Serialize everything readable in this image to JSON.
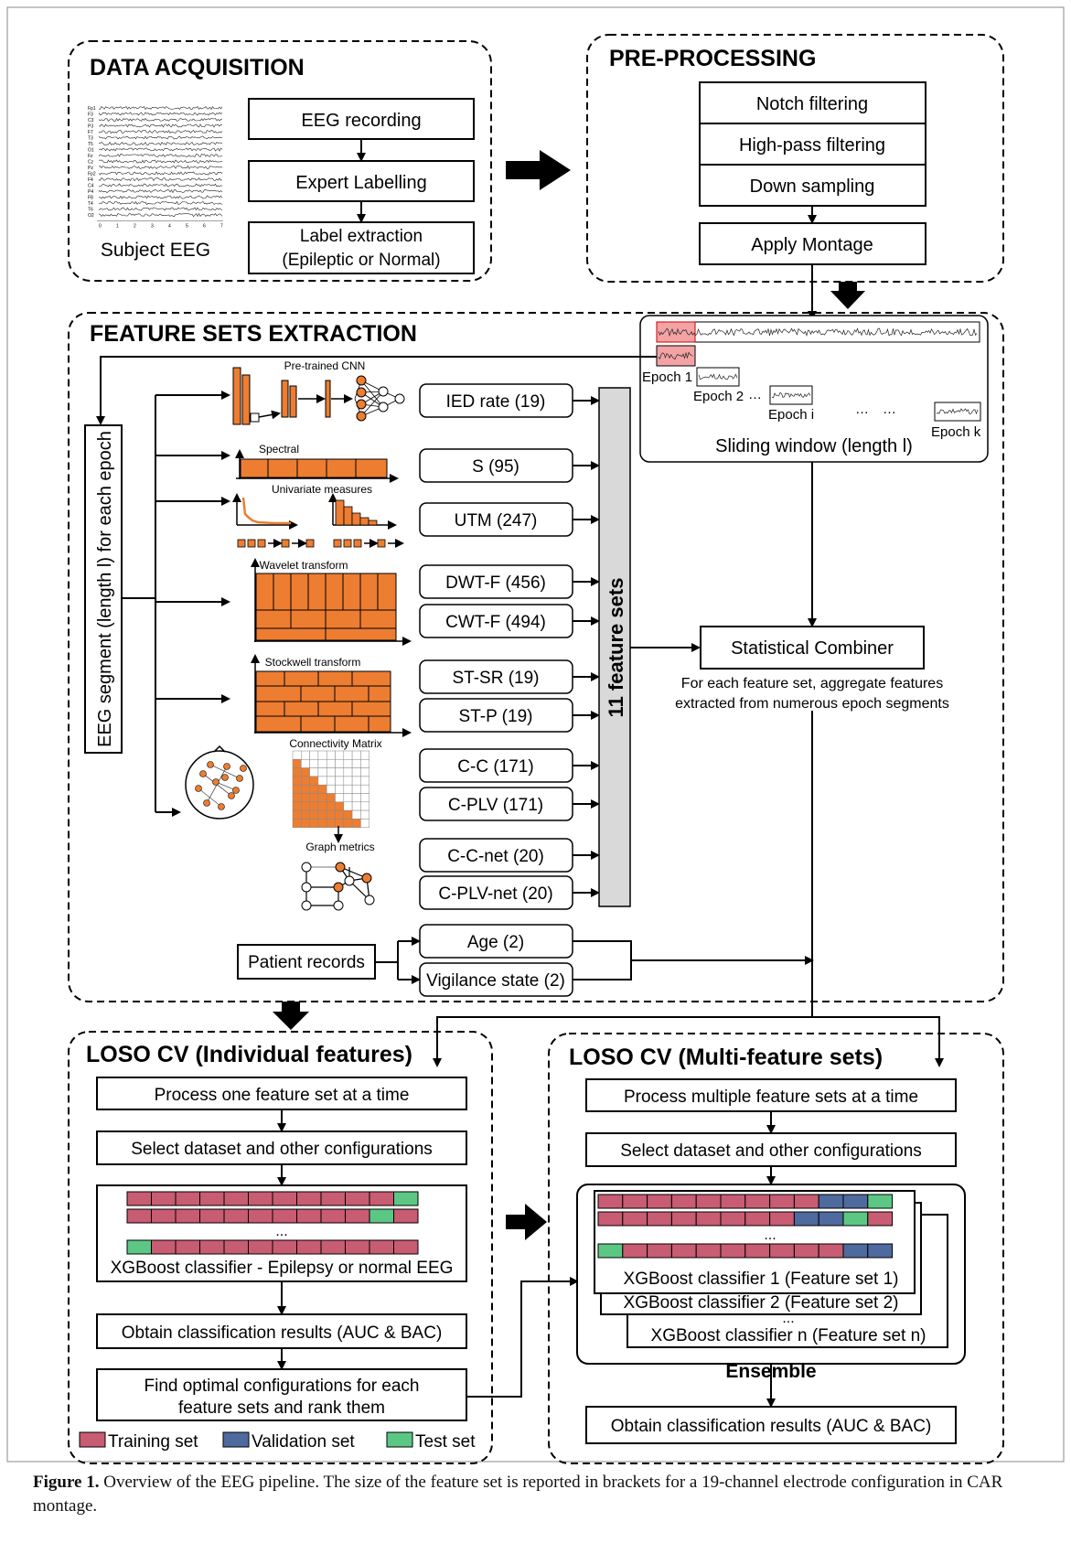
{
  "sections": {
    "acquisition": "DATA ACQUISITION",
    "preprocessing": "PRE-PROCESSING",
    "feature_extraction": "FEATURE SETS EXTRACTION",
    "loso_individual": "LOSO CV (Individual features)",
    "loso_multi": "LOSO CV (Multi-feature sets)"
  },
  "acquisition": {
    "eeg_recording": "EEG recording",
    "expert_labelling": "Expert Labelling",
    "label_extraction_1": "Label extraction",
    "label_extraction_2": "(Epileptic or Normal)",
    "subject_eeg": "Subject EEG",
    "channels": [
      "Fp1",
      "F3",
      "C3",
      "P3",
      "F7",
      "T3",
      "T5",
      "O1",
      "Fz",
      "Cz",
      "Pz",
      "Fp2",
      "F4",
      "C4",
      "P4",
      "F8",
      "T4",
      "T6",
      "O2"
    ],
    "time_ticks": [
      "0",
      "1",
      "2",
      "3",
      "4",
      "5",
      "6",
      "7"
    ]
  },
  "preprocessing": {
    "steps": [
      "Notch filtering",
      "High-pass filtering",
      "Down sampling"
    ],
    "montage": "Apply Montage"
  },
  "epochs": {
    "epoch1": "Epoch 1",
    "epoch2": "Epoch 2",
    "epochi": "Epoch i",
    "epochk": "Epoch k",
    "ellipsis": "…",
    "sliding_window": "Sliding window (length l)"
  },
  "eeg_segment": "EEG segment (length l) for each epoch",
  "methods": {
    "cnn": "Pre-trained CNN",
    "spectral": "Spectral",
    "univariate": "Univariate measures",
    "wavelet": "Wavelet transform",
    "stockwell": "Stockwell transform",
    "connectivity": "Connectivity Matrix",
    "graph": "Graph metrics"
  },
  "feature_sets": [
    "IED rate (19)",
    "S (95)",
    "UTM (247)",
    "DWT-F (456)",
    "CWT-F (494)",
    "ST-SR (19)",
    "ST-P (19)",
    "C-C (171)",
    "C-PLV (171)",
    "C-C-net (20)",
    "C-PLV-net (20)"
  ],
  "feature_sets_label": "11 feature sets",
  "patient": {
    "records": "Patient records",
    "age": "Age (2)",
    "vigilance": "Vigilance state (2)"
  },
  "combiner": {
    "title": "Statistical Combiner",
    "desc1": "For each feature set, aggregate features",
    "desc2": "extracted from numerous epoch segments"
  },
  "loso_individual": {
    "step1": "Process one feature set at a time",
    "step2": "Select dataset and other configurations",
    "classifier": "XGBoost classifier - Epilepsy or normal EEG",
    "results": "Obtain classification results (AUC & BAC)",
    "optimal1": "Find optimal configurations for each",
    "optimal2": "feature sets and rank them",
    "dots": "..."
  },
  "loso_multi": {
    "step1": "Process multiple feature sets at a time",
    "step2": "Select dataset and other configurations",
    "clf1": "XGBoost classifier 1 (Feature set 1)",
    "clf2": "XGBoost classifier 2 (Feature set 2)",
    "clfn": "XGBoost classifier n (Feature set n)",
    "dots": "...",
    "ensemble": "Ensemble",
    "results": "Obtain classification results (AUC & BAC)"
  },
  "legend": {
    "training": "Training set",
    "validation": "Validation set",
    "test": "Test set"
  },
  "colors": {
    "orange": "#ED7D31",
    "training": "#C75C72",
    "validation": "#4E6A9E",
    "test": "#5CC785",
    "epoch_highlight": "#F4A3A5",
    "feature_bar": "#D9D9D9"
  },
  "caption": {
    "bold": "Figure 1.",
    "text": " Overview of the EEG pipeline. The size of the feature set is reported in brackets for a 19-channel electrode configuration in CAR montage."
  }
}
